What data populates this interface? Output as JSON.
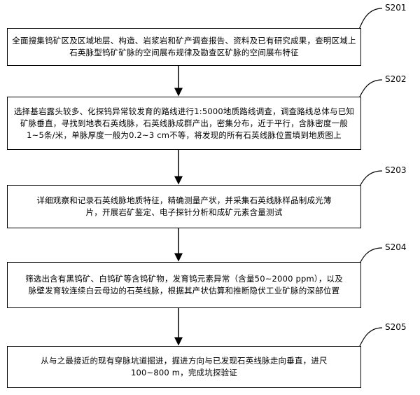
{
  "steps": [
    {
      "label": "S201",
      "text": "全面搜集钨矿区及区域地层、构造、岩浆岩和矿产调查报告、资料及已有研究成果，查明区域上石英脉型钨矿矿脉的空间展布规律及勘查区矿脉的空间展布特征"
    },
    {
      "label": "S202",
      "text": "选择基岩露头较多、化探钨异常较发育的路线进行1:5000地质路线调查，调查路线总体与已知矿脉垂直，寻找到地表石英线脉，石英线脉成群产出，密集分布，近于平行，含脉密度一般1~5条/米，单脉厚度一般为0.2~3 cm不等，将发现的所有石英线脉位置填到地质图上"
    },
    {
      "label": "S203",
      "text": "详细观察和记录石英线脉地质特征，精确测量产状，并采集石英线脉样品制成光薄片，开展岩矿鉴定、电子探针分析和成矿元素含量测试"
    },
    {
      "label": "S204",
      "text": "筛选出含有黑钨矿、白钨矿等含钨矿物，发育钨元素异常（含量50~2000 ppm），以及脉壁发育较连续白云母边的石英线脉，根据其产状估算和推断隐伏工业矿脉的深部位置"
    },
    {
      "label": "S205",
      "text": "从与之最接近的现有穿脉坑道掘进，掘进方向与已发现石英线脉走向垂直，进尺100~800 m，完成坑探验证"
    }
  ]
}
